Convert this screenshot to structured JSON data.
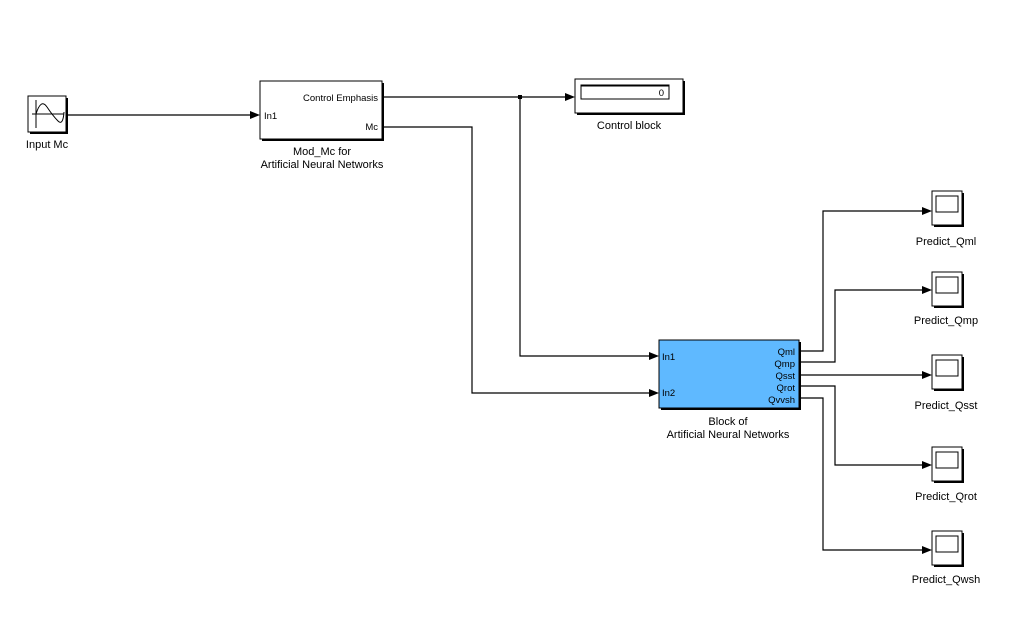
{
  "colors": {
    "background": "#ffffff",
    "ann_block_fill": "#5fb9ff",
    "line": "#000000"
  },
  "blocks": {
    "input": {
      "label": "Input Mc",
      "icon": "sine-wave-icon"
    },
    "mod": {
      "label_line1": "Mod_Mc for",
      "label_line2": "Artificial Neural Networks",
      "in_port": "In1",
      "out_port1": "Control Emphasis",
      "out_port2": "Mc"
    },
    "display": {
      "label": "Control block",
      "value": "0"
    },
    "ann": {
      "label_line1": "Block of",
      "label_line2": "Artificial Neural Networks",
      "in_ports": [
        "In1",
        "In2"
      ],
      "out_ports": [
        "Qml",
        "Qmp",
        "Qsst",
        "Qrot",
        "Qvvsh"
      ]
    },
    "scopes": [
      "Predict_Qml",
      "Predict_Qmp",
      "Predict_Qsst",
      "Predict_Qrot",
      "Predict_Qwsh"
    ]
  }
}
